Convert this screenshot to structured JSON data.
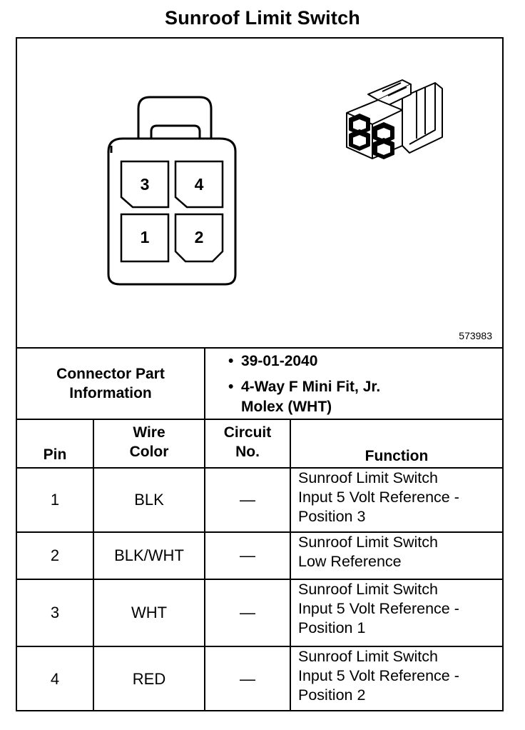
{
  "title": "Sunroof Limit Switch",
  "figure_id": "573983",
  "connector": {
    "pins": [
      "3",
      "4",
      "1",
      "2"
    ]
  },
  "part_info": {
    "label_line1": "Connector Part",
    "label_line2": "Information",
    "items": [
      "39-01-2040",
      "4-Way F Mini Fit, Jr.",
      "Molex (WHT)"
    ]
  },
  "table": {
    "headers": {
      "pin": "Pin",
      "wire_color_line1": "Wire",
      "wire_color_line2": "Color",
      "circuit_line1": "Circuit",
      "circuit_line2": "No.",
      "function": "Function"
    },
    "rows": [
      {
        "pin": "1",
        "wire": "BLK",
        "circuit": "—",
        "function": [
          "Sunroof Limit Switch",
          "Input 5 Volt Reference -",
          "Position 3"
        ]
      },
      {
        "pin": "2",
        "wire": "BLK/WHT",
        "circuit": "—",
        "function": [
          "Sunroof Limit Switch",
          "Low Reference"
        ]
      },
      {
        "pin": "3",
        "wire": "WHT",
        "circuit": "—",
        "function": [
          "Sunroof Limit Switch",
          "Input 5 Volt Reference -",
          "Position 1"
        ]
      },
      {
        "pin": "4",
        "wire": "RED",
        "circuit": "—",
        "function": [
          "Sunroof Limit Switch",
          "Input 5 Volt Reference -",
          "Position 2"
        ]
      }
    ]
  }
}
